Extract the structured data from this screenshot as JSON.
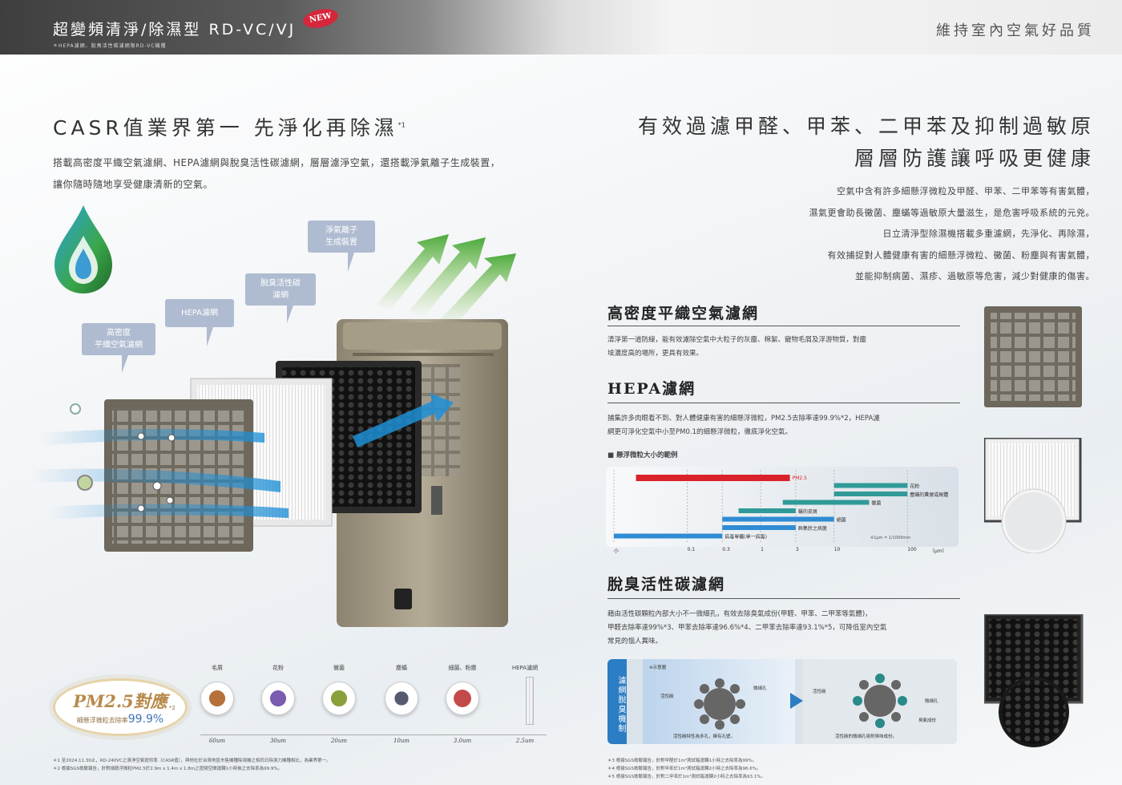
{
  "header": {
    "title": "超變頻清淨/除濕型 RD-VC/VJ",
    "subtitle": "＊HEPA濾網、脫臭活性碳濾網限RD-VC機種",
    "new_badge": "NEW",
    "right_title": "維持室內空氣好品質"
  },
  "left": {
    "heading": "CASR值業界第一 先淨化再除濕",
    "heading_mark": "*1",
    "desc_lines": [
      "搭載高密度平織空氣濾網、HEPA濾網與脫臭活性碳濾網，層層濾淨空氣，還搭載淨氣離子生成裝置，",
      "讓你隨時隨地享受健康清新的空氣。"
    ],
    "callouts": [
      {
        "line1": "高密度",
        "line2": "平織空氣濾網"
      },
      {
        "line1": "HEPA濾網",
        "line2": ""
      },
      {
        "line1": "脫臭活性碳",
        "line2": "濾網"
      },
      {
        "line1": "淨氣離子",
        "line2": "生成裝置"
      }
    ],
    "pm": {
      "big": "PM2.5對應",
      "mark": "*2",
      "small_prefix": "細懸浮微粒去除率",
      "small_value": "99.9%"
    },
    "particles": [
      {
        "label": "毛屑",
        "size": "60um",
        "color": "#b5713a"
      },
      {
        "label": "花粉",
        "size": "30um",
        "color": "#7a5db0"
      },
      {
        "label": "黴菌",
        "size": "20um",
        "color": "#8aa03a"
      },
      {
        "label": "塵蟎",
        "size": "10um",
        "color": "#555a70"
      },
      {
        "label": "細菌、粉塵",
        "size": "3.0um",
        "color": "#c44a4a"
      },
      {
        "label": "HEPA濾網",
        "size": "2.5um",
        "color": "#ccccdd"
      }
    ],
    "footnotes": [
      "＊1 至2024.11.30止，RD-240VC之清淨空氣提供率（CASR值），與他社於台灣地區市售機種除濕機之相同日除濕力機種相比，為業界第一。",
      "＊2 根據SGS檢驗報告，針對細懸浮微粒PM2.5於2.9m x 1.4m x 1.8m之密閉空間運轉1小時後之去除率為99.9%。"
    ]
  },
  "right": {
    "heading_line1": "有效過濾甲醛、甲苯、二甲苯及抑制過敏原",
    "heading_line2": "層層防護讓呼吸更健康",
    "desc_lines": [
      "空氣中含有許多細懸浮微粒及甲醛、甲苯、二甲苯等有害氣體，",
      "濕氣更會助長黴菌、塵蟎等過敏原大量滋生，是危害呼吸系統的元兇。",
      "日立清淨型除濕機搭載多重濾網，先淨化、再除濕，",
      "有效捕捉對人體健康有害的細懸浮微粒、黴菌、粉塵與有害氣體，",
      "並能抑制病菌、濕疹、過敏原等危害，減少對健康的傷害。"
    ],
    "sections": [
      {
        "title": "高密度平織空氣濾網",
        "lines": [
          "清淨第一道防線，能有效濾除空氣中大粒子的灰塵、棉絮、寵物毛屑及浮游物質，對塵",
          "埃濃度高的場所，更具有效果。"
        ]
      },
      {
        "title": "HEPA濾網",
        "lines": [
          "捕集許多肉眼看不到、對人體健康有害的細懸浮微粒，PM2.5去除率達99.9%*2，HEPA濾",
          "網更可淨化空氣中小至PM0.1的細懸浮微粒，徹底淨化空氣。"
        ]
      },
      {
        "title": "脫臭活性碳濾網",
        "lines": [
          "藉由活性碳顆粒內部大小不一微細孔，有效去除臭氣成份(甲醛、甲苯、二甲苯等氣體)，",
          "甲醛去除率達99%*3、甲苯去除率達96.6%*4、二甲苯去除率達93.1%*5，可降低室內空氣",
          "常見的惱人異味。"
        ]
      }
    ],
    "chart_label": "■ 懸浮微粒大小的範例",
    "chart_data": {
      "type": "bar",
      "xscale": "log",
      "xunit": "（μm）",
      "xnote": "※1μm = 1/1000mm",
      "ticks": [
        "小",
        "0.1",
        "0.3",
        "1",
        "3",
        "10",
        "100"
      ],
      "bars": [
        {
          "name": "PM2.5",
          "from": 0.02,
          "to": 2.5,
          "color": "#d9222a"
        },
        {
          "name": "花粉",
          "from": 10,
          "to": 100,
          "color": "#2f9a97"
        },
        {
          "name": "塵蟎的糞便或屍體",
          "from": 10,
          "to": 100,
          "color": "#2f9a97"
        },
        {
          "name": "黴菌",
          "from": 2,
          "to": 30,
          "color": "#2f9a97"
        },
        {
          "name": "蟎的皮屑",
          "from": 0.5,
          "to": 3,
          "color": "#2f9a97"
        },
        {
          "name": "細菌",
          "from": 0.3,
          "to": 10,
          "color": "#2f8cd4"
        },
        {
          "name": "群集狀之病菌",
          "from": 0.3,
          "to": 3,
          "color": "#2f8cd4"
        },
        {
          "name": "病毒單體(單一病毒)",
          "from": 0.01,
          "to": 0.3,
          "color": "#2f8cd4"
        }
      ]
    },
    "deodor": {
      "vertical": "濾網脫臭機制",
      "note": "※示意圖",
      "left_labels": [
        "活性碳",
        "微細孔",
        "活性碳特性為多孔，擁有孔壁。"
      ],
      "right_labels": [
        "活性碳",
        "微細孔",
        "臭氣成份",
        "活性碳的微細孔吸附臭味成份。"
      ]
    },
    "footnotes": [
      "＊3 根據SGS檢驗報告，針對甲醛於1m³測試箱運轉1小時之去除率為99%。",
      "＊4 根據SGS檢驗報告，針對甲苯於1m³測試箱運轉2小時之去除率為96.6%。",
      "＊5 根據SGS檢驗報告，針對二甲苯於1m³測試箱運轉2小時之去除率為93.1%。"
    ]
  }
}
